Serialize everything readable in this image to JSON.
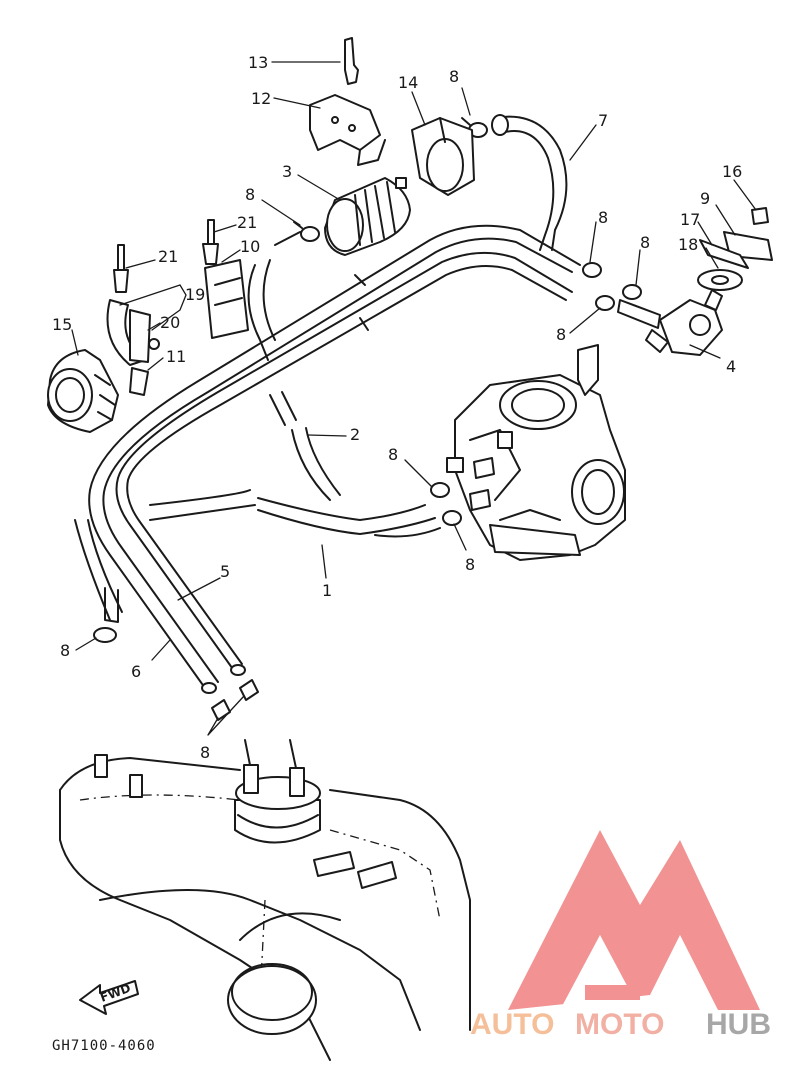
{
  "diagram": {
    "callouts": [
      "13",
      "12",
      "14",
      "8",
      "7",
      "3",
      "8",
      "16",
      "9",
      "21",
      "10",
      "21",
      "17",
      "18",
      "8",
      "8",
      "19",
      "15",
      "20",
      "8",
      "11",
      "4",
      "2",
      "8",
      "1",
      "8",
      "5",
      "6",
      "8",
      "8"
    ],
    "fwd_label": "FWD",
    "drawing_code": "GH7100-4060"
  },
  "watermark": {
    "part_auto": "AUTO",
    "part_moto": "MOTO",
    "part_hub": "HUB",
    "colors": {
      "auto": "#f5b98e",
      "moto": "#f0a89a",
      "hub": "#9e9e9e",
      "logo": "#f08080"
    }
  }
}
